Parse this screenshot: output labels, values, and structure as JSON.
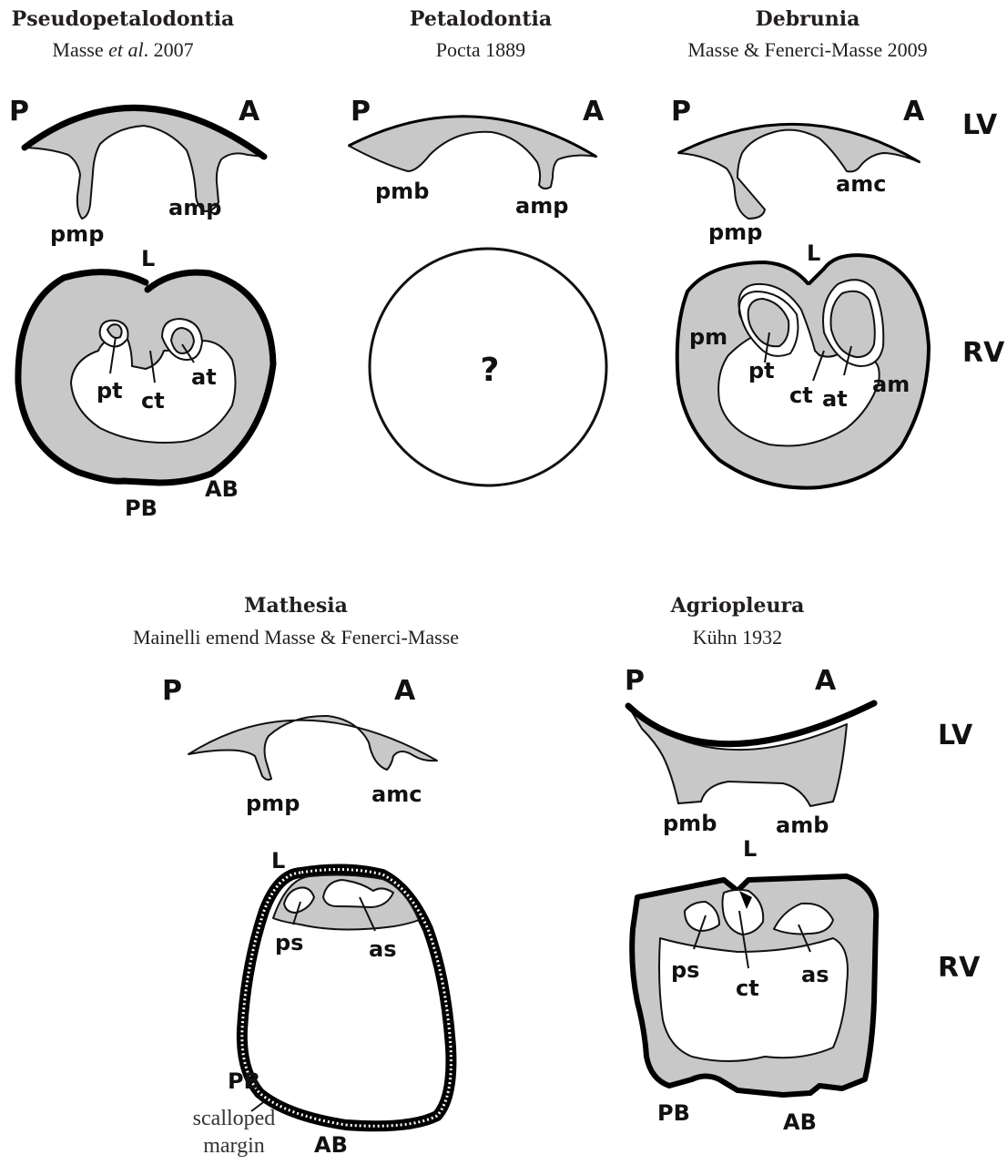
{
  "panels": {
    "pseudopetalodontia": {
      "title": "Pseudopetalodontia",
      "author_prefix": "Masse ",
      "author_italic": "et al",
      "author_suffix": ". 2007",
      "labels": {
        "P": "P",
        "A": "A",
        "pmp": "pmp",
        "amp": "amp",
        "L": "L",
        "pt": "pt",
        "ct": "ct",
        "at": "at",
        "PB": "PB",
        "AB": "AB"
      }
    },
    "petalodontia": {
      "title": "Petalodontia",
      "author": "Pocta 1889",
      "labels": {
        "P": "P",
        "A": "A",
        "pmb": "pmb",
        "amp": "amp",
        "unknown": "?"
      }
    },
    "debrunia": {
      "title": "Debrunia",
      "author": "Masse & Fenerci-Masse 2009",
      "labels": {
        "P": "P",
        "A": "A",
        "pmp": "pmp",
        "amc": "amc",
        "L": "L",
        "pm": "pm",
        "pt": "pt",
        "ct": "ct",
        "at": "at",
        "am": "am"
      }
    },
    "mathesia": {
      "title": "Mathesia",
      "author": "Mainelli emend Masse & Fenerci-Masse",
      "labels": {
        "P": "P",
        "A": "A",
        "pmp": "pmp",
        "amc": "amc",
        "L": "L",
        "ps": "ps",
        "as": "as",
        "PB": "PB",
        "AB": "AB",
        "scalloped": "scalloped",
        "margin": "margin"
      }
    },
    "agriopleura": {
      "title": "Agriopleura",
      "author": "Kühn 1932",
      "labels": {
        "P": "P",
        "A": "A",
        "pmb": "pmb",
        "amb": "amb",
        "L": "L",
        "ps": "ps",
        "ct": "ct",
        "as": "as",
        "PB": "PB",
        "AB": "AB"
      }
    }
  },
  "row_labels": {
    "lv_top": "LV",
    "rv_top": "RV",
    "lv_bottom": "LV",
    "rv_bottom": "RV"
  },
  "colors": {
    "shell_fill": "#c8c8c8",
    "outline": "#111111",
    "background": "#ffffff"
  }
}
